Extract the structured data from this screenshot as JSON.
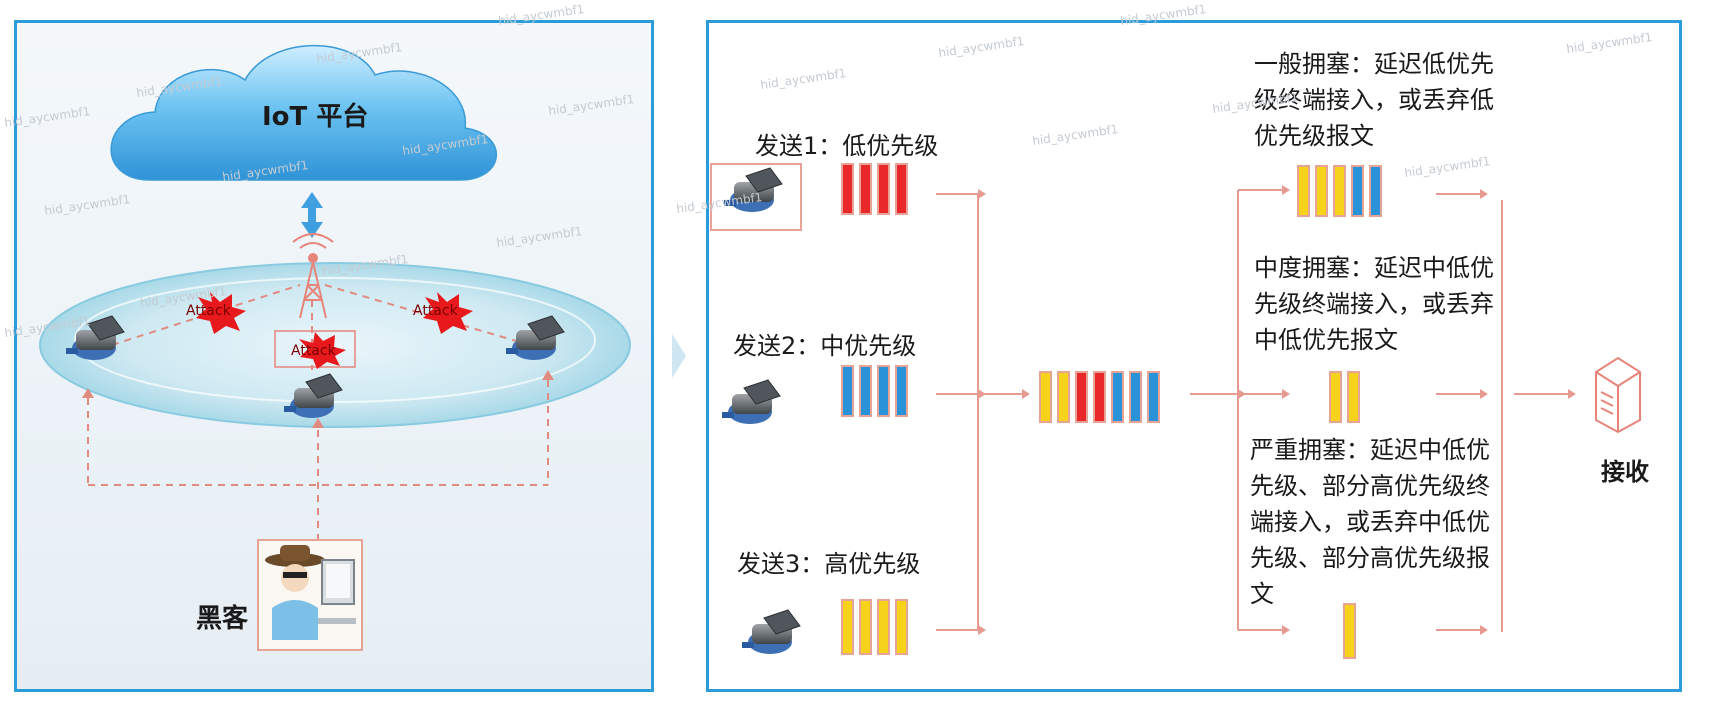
{
  "left": {
    "cloud_label": "IoT 平台",
    "attack_label": "Attack",
    "hacker_label": "黑客"
  },
  "right": {
    "send1": "发送1：低优先级",
    "send2": "发送2：中优先级",
    "send3": "发送3：高优先级",
    "receive": "接收",
    "congestion_general": "一般拥塞：延迟低优先级终端接入，或丢弃低优先级报文",
    "congestion_medium": "中度拥塞：延迟中低优先级终端接入，或丢弃中低优先报文",
    "congestion_severe": "严重拥塞：延迟中低优先级、部分高优先级终端接入，或丢弃中低优先级、部分高优先级报文"
  },
  "watermark": "hid_aycwmbf1",
  "colors": {
    "border": "#2b9bd9",
    "low_priority": "#e8282a",
    "mid_priority": "#2a92d8",
    "high_priority": "#f7d21a",
    "arrow": "#e79a90",
    "attack": "#e8191c"
  },
  "queues": {
    "send1": [
      "low",
      "low",
      "low",
      "low"
    ],
    "send2": [
      "mid",
      "mid",
      "mid",
      "mid"
    ],
    "send3": [
      "high",
      "high",
      "high",
      "high"
    ],
    "merged": [
      "high",
      "high",
      "low",
      "low",
      "mid",
      "mid",
      "mid"
    ],
    "out_general": [
      "high",
      "high",
      "high",
      "mid",
      "mid"
    ],
    "out_medium": [
      "high",
      "high"
    ],
    "out_severe": [
      "high"
    ]
  }
}
